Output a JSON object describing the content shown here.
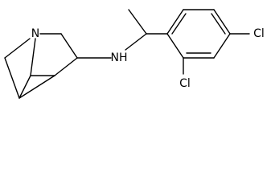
{
  "molecule": {
    "atoms": {
      "n_quinuclidine": "N",
      "n_amine": "NH",
      "cl_para": "Cl",
      "cl_ortho": "Cl"
    }
  }
}
